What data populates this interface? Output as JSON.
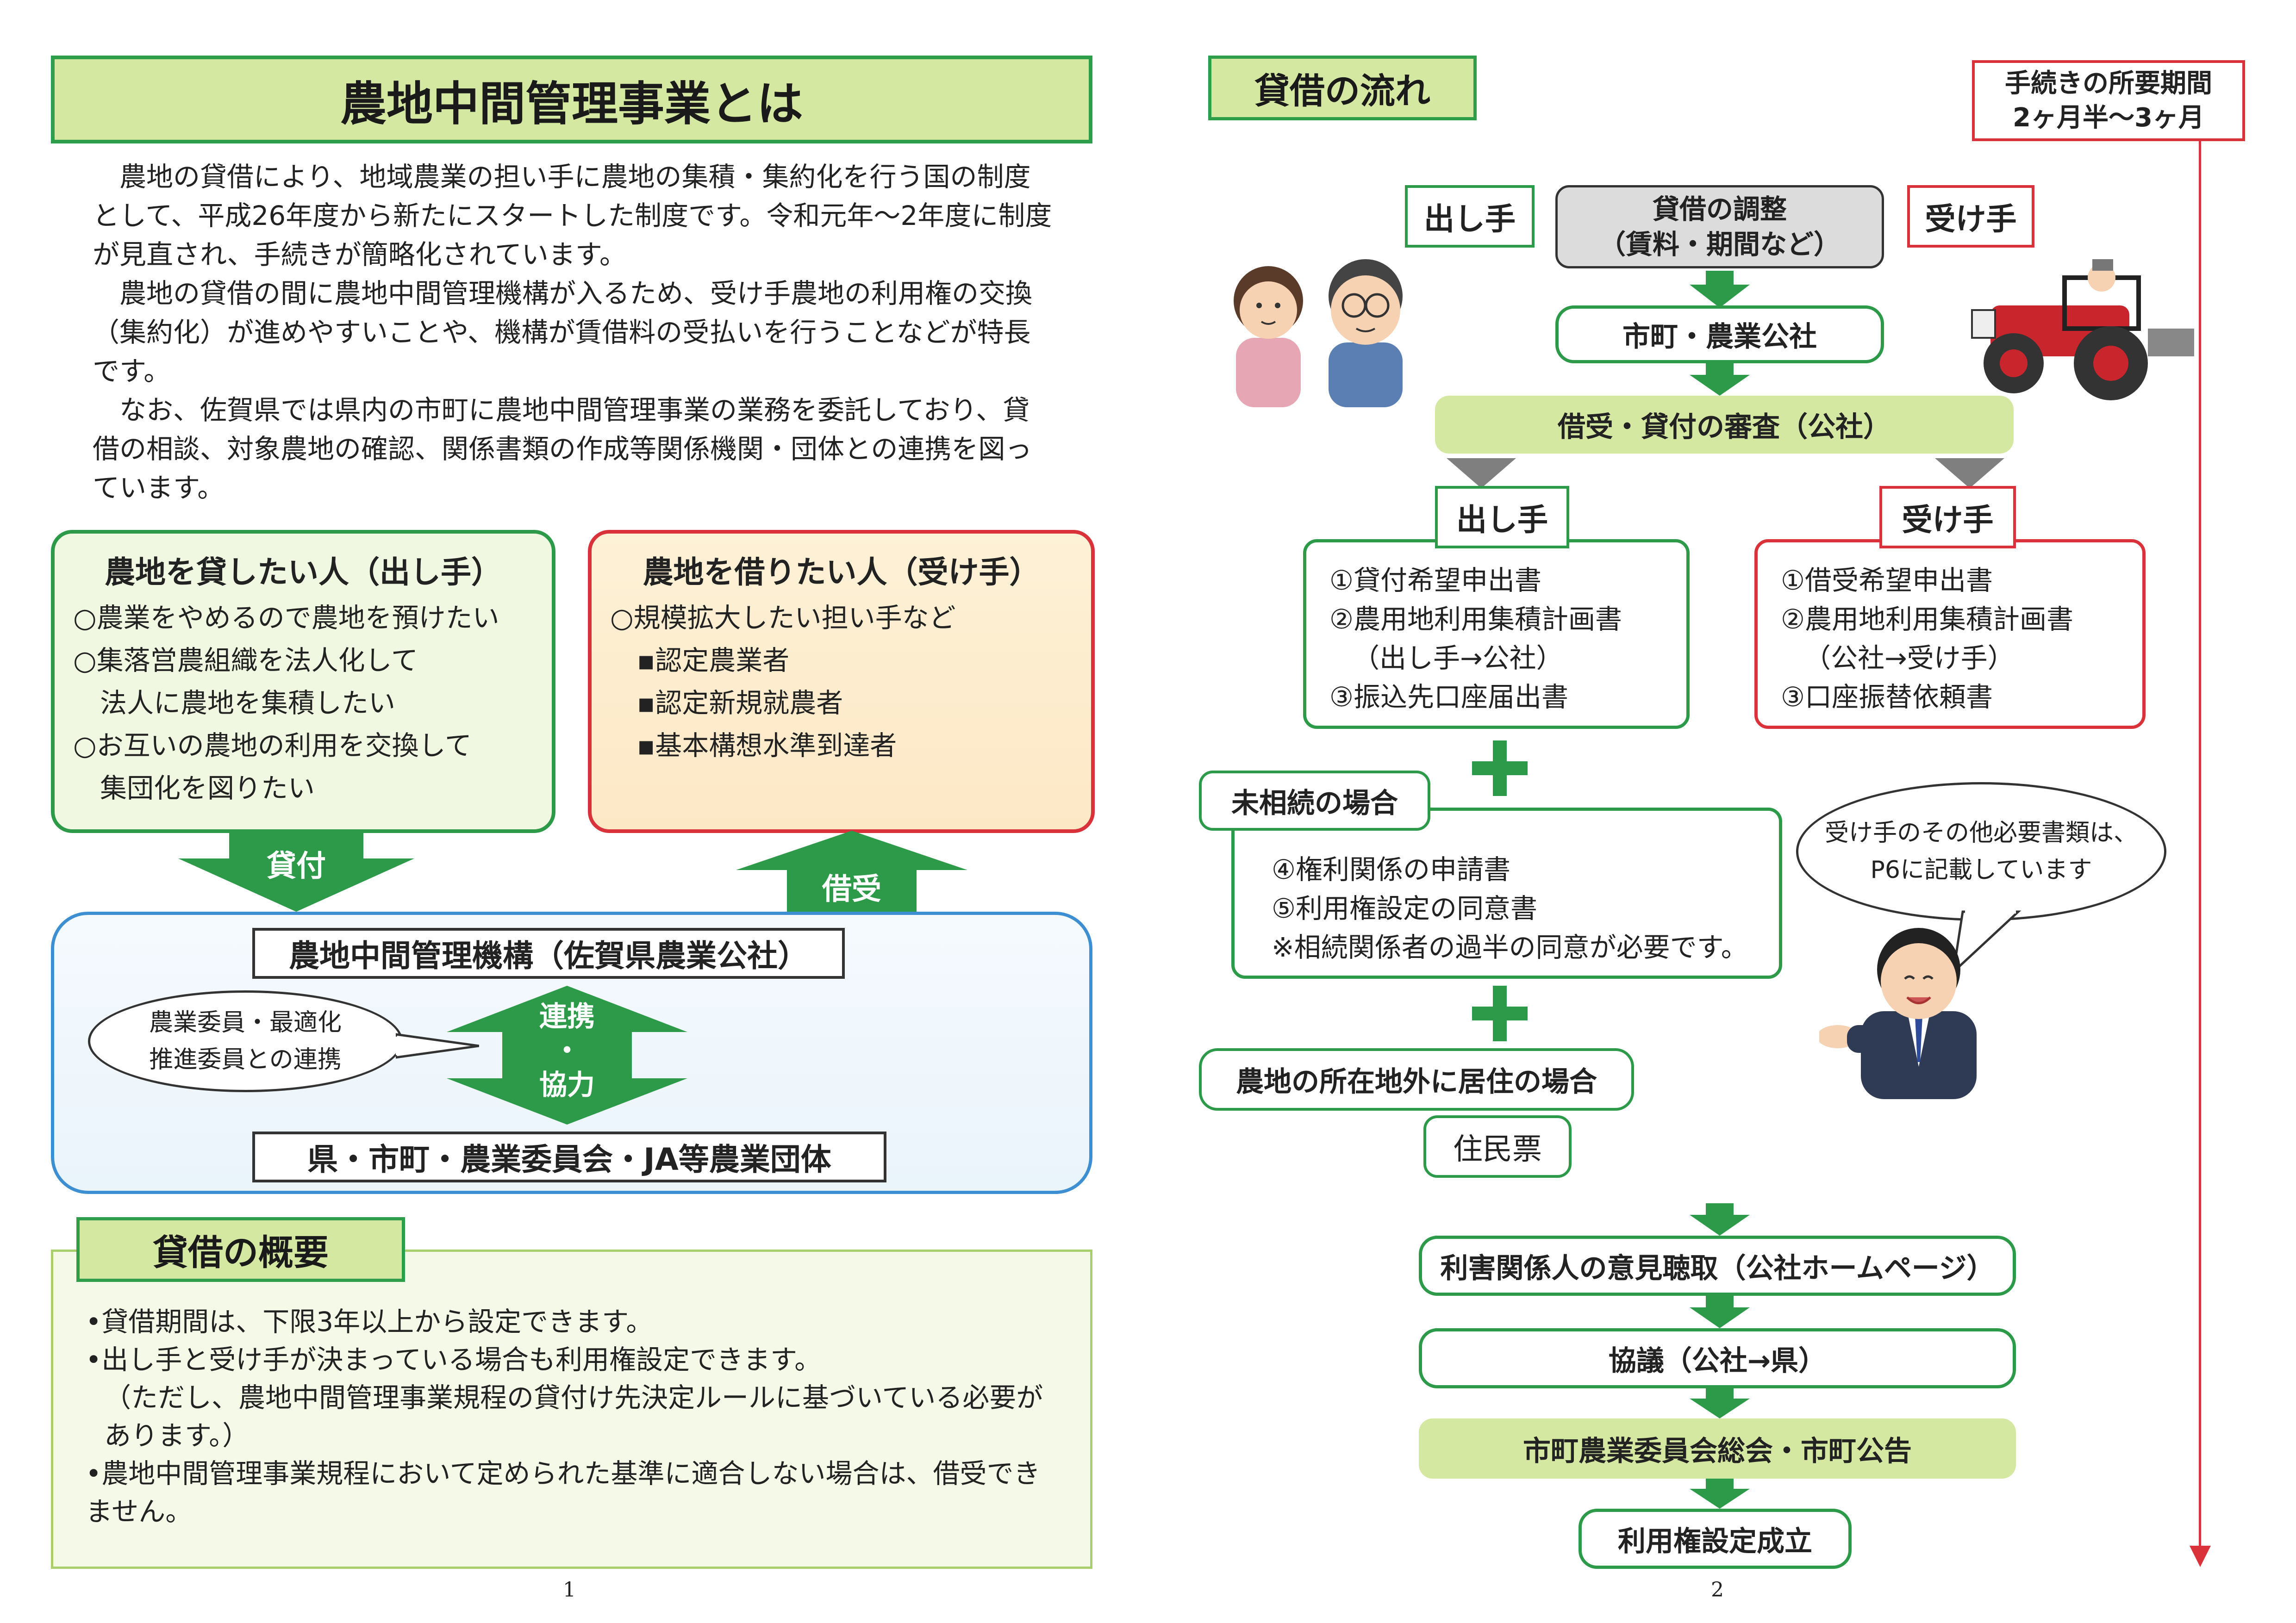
{
  "left": {
    "title": "農地中間管理事業とは",
    "intro": [
      "農地の貸借により、地域農業の担い手に農地の集積・集約化を行う国の制度として、平成26年度から新たにスタートした制度です。令和元年〜2年度に制度が見直され、手続きが簡略化されています。",
      "農地の貸借の間に農地中間管理機構が入るため、受け手農地の利用権の交換（集約化）が進めやすいことや、機構が賃借料の受払いを行うことなどが特長です。",
      "なお、佐賀県では県内の市町に農地中間管理事業の業務を委託しており、貸借の相談、対象農地の確認、関係書類の作成等関係機関・団体との連携を図っています。"
    ],
    "lender_card": {
      "title": "農地を貸したい人（出し手）",
      "items": [
        "○農業をやめるので農地を預けたい",
        "○集落営農組織を法人化して",
        "　法人に農地を集積したい",
        "○お互いの農地の利用を交換して",
        "　集団化を図りたい"
      ]
    },
    "borrower_card": {
      "title": "農地を借りたい人（受け手）",
      "items": [
        "○規模拡大したい担い手など",
        "　▪認定農業者",
        "　▪認定新規就農者",
        "　▪基本構想水準到達者"
      ]
    },
    "arrow_lend": "貸付",
    "arrow_borrow": "借受",
    "org_name": "農地中間管理機構（佐賀県農業公社）",
    "cooperation_bubble": [
      "農業委員・最適化",
      "推進委員との連携"
    ],
    "cooperation_arrow": [
      "連携",
      "・",
      "協力"
    ],
    "partners": "県・市町・農業委員会・JA等農業団体",
    "summary": {
      "title": "貸借の概要",
      "items": [
        "•貸借期間は、下限3年以上から設定できます。",
        "•出し手と受け手が決まっている場合も利用権設定できます。",
        "（ただし、農地中間管理事業規程の貸付け先決定ルールに基づいている必要があります。）",
        "•農地中間管理事業規程において定められた基準に適合しない場合は、借受できません。"
      ]
    },
    "page_number": "1"
  },
  "right": {
    "title": "貸借の流れ",
    "period": [
      "手続きの所要期間",
      "2ヶ月半〜3ヶ月"
    ],
    "lender_tag": "出し手",
    "borrower_tag": "受け手",
    "adjust": [
      "貸借の調整",
      "（賃料・期間など）"
    ],
    "municipal": "市町・農業公社",
    "review": "借受・貸付の審査（公社）",
    "lender_docs_title": "出し手",
    "lender_docs": [
      "①貸付希望申出書",
      "②農用地利用集積計画書",
      "（出し手→公社）",
      "③振込先口座届出書"
    ],
    "borrower_docs_title": "受け手",
    "borrower_docs": [
      "①借受希望申出書",
      "②農用地利用集積計画書",
      "（公社→受け手）",
      "③口座振替依頼書"
    ],
    "inherit_title": "未相続の場合",
    "inherit_docs": [
      "④権利関係の申請書",
      "⑤利用権設定の同意書",
      "※相続関係者の過半の同意が必要です。"
    ],
    "speech": [
      "受け手のその他必要書類は、",
      "P6に記載しています"
    ],
    "outside_title": "農地の所在地外に居住の場合",
    "outside_doc": "住民票",
    "steps": [
      "利害関係人の意見聴取（公社ホームページ）",
      "協議（公社→県）",
      "市町農業委員会総会・市町公告",
      "利用権設定成立"
    ],
    "page_number": "2"
  },
  "colors": {
    "green": "#2c9a48",
    "light_green": "#d4e8a2",
    "red": "#d9323a",
    "blue": "#3d8fd1"
  }
}
